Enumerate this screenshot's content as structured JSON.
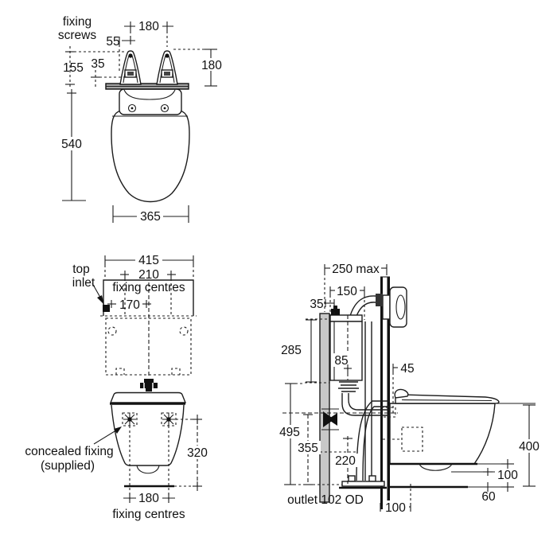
{
  "colors": {
    "line": "#1d1d1d",
    "wall_grey": "#c8c8c8",
    "plate_grey": "#a2a2a2",
    "background": "#ffffff"
  },
  "views": {
    "pan_plan": {
      "label_fixing_screws_line1": "fixing",
      "label_fixing_screws_line2": "screws",
      "dim_screw_centres": "180",
      "dim_55": "55",
      "dim_35": "35",
      "dim_155": "155",
      "dim_screw_height": "180",
      "dim_depth": "540",
      "dim_width": "365"
    },
    "pan_front": {
      "label_top_inlet_line1": "top",
      "label_top_inlet_line2": "inlet",
      "dim_cistern_width": "415",
      "dim_cistern_fixing_centres": "210",
      "label_fixing_centres_upper": "fixing centres",
      "dim_inlet_offset": "170",
      "label_concealed_fixing_line1": "concealed fixing",
      "label_concealed_fixing_line2": "(supplied)",
      "dim_fixing_to_bottom": "320",
      "dim_pan_fixing_centres": "180",
      "label_fixing_centres_lower": "fixing centres"
    },
    "side": {
      "dim_250_max": "250 max",
      "dim_150": "150",
      "dim_35": "35",
      "dim_285": "285",
      "dim_85": "85",
      "dim_45": "45",
      "dim_495": "495",
      "dim_355": "355",
      "dim_220": "220",
      "dim_400": "400",
      "dim_100_height": "100",
      "dim_60": "60",
      "label_outlet": "outlet 102 OD",
      "dim_100_wall": "100"
    }
  }
}
